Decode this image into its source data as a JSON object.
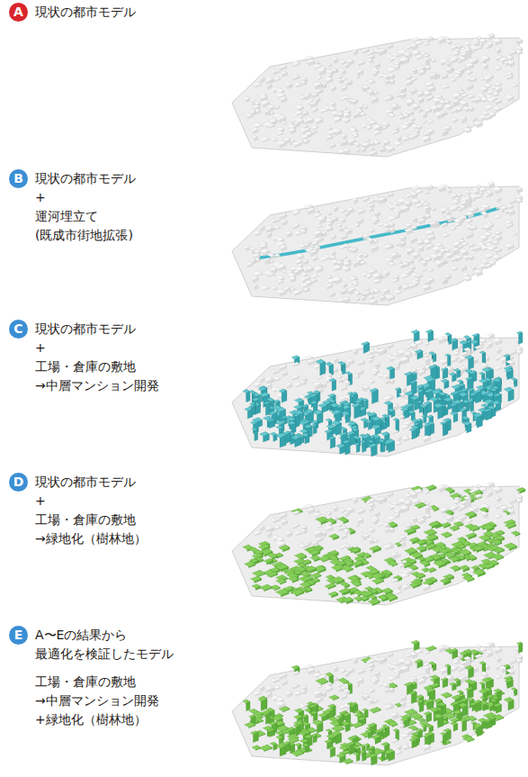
{
  "diagram": {
    "nodes": [
      {
        "text": [
          "A",
          "現状の都市モデル"
        ]
      },
      {
        "text": [
          "B",
          "現状の都市モデル + 運河埋立て (既成市街地拡張)"
        ]
      },
      {
        "text": [
          "C",
          "現状の都市モデル + 工場・倉庫の敷地 →中層マンション開発"
        ]
      },
      {
        "text": [
          "D",
          "現状の都市モデル + 工場・倉庫の敷地 →緑地化（樹林地）"
        ]
      },
      {
        "text": [
          "E",
          "A〜Eの結果から 最適化を検証したモデル",
          "工場・倉庫の敷地 →中層マンション開発 +緑地化（樹林地）"
        ]
      }
    ]
  }
}
